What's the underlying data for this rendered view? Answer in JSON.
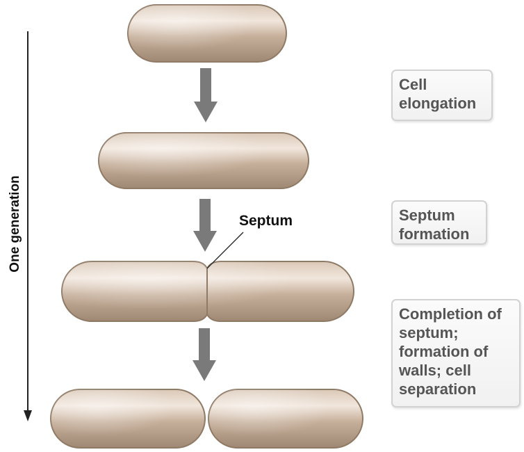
{
  "axis": {
    "label": "One generation"
  },
  "labels": {
    "septum": "Septum"
  },
  "steps": [
    {
      "label": "Cell\nelongation"
    },
    {
      "label": "Septum\nformation"
    },
    {
      "label": "Completion of\nseptum;\nformation of\nwalls; cell\nseparation"
    }
  ],
  "colors": {
    "cell_fill": "#c9b39e",
    "cell_outline": "#8f7a66",
    "arrow": "#7a7a7a",
    "step_text": "#555555",
    "label_text": "#111111"
  }
}
